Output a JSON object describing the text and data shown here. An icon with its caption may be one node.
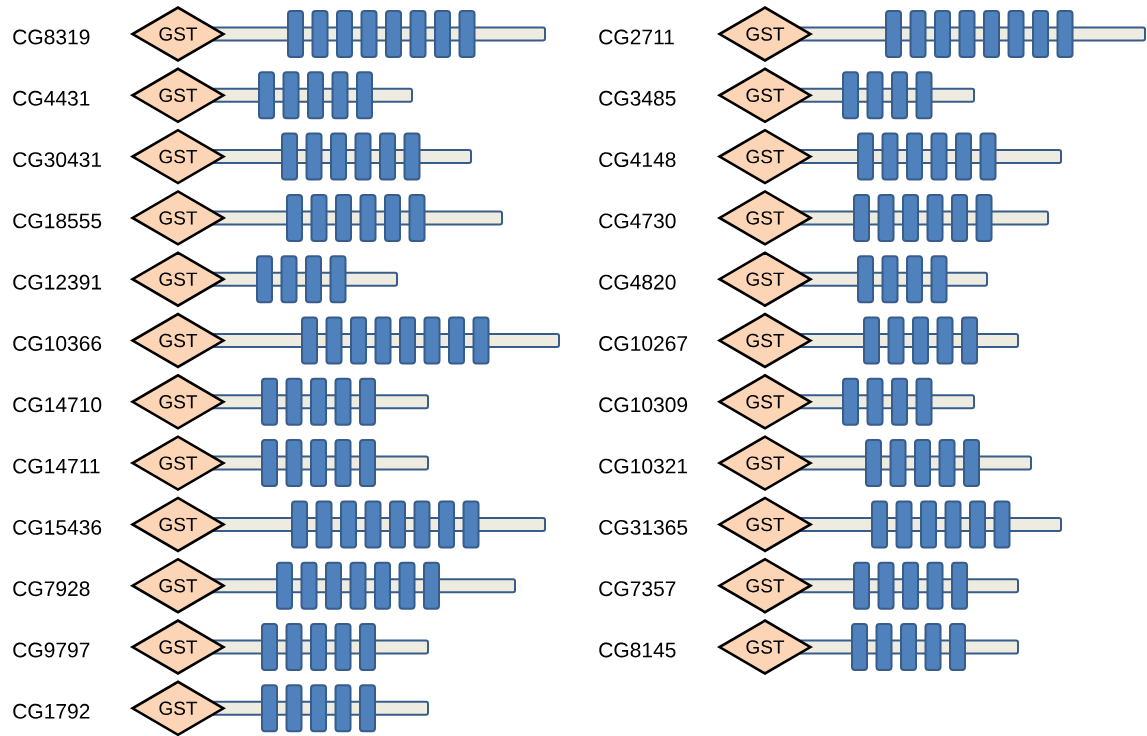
{
  "diagram": {
    "nodes": [
      {
        "text": [
          "GST"
        ],
        "beside": [
          "CG8319"
        ]
      },
      {
        "text": [
          "GST"
        ],
        "beside": [
          "CG4431"
        ]
      },
      {
        "text": [
          "GST"
        ],
        "beside": [
          "CG30431"
        ]
      },
      {
        "text": [
          "GST"
        ],
        "beside": [
          "CG18555"
        ]
      },
      {
        "text": [
          "GST"
        ],
        "beside": [
          "CG12391"
        ]
      },
      {
        "text": [
          "GST"
        ],
        "beside": [
          "CG10366"
        ]
      },
      {
        "text": [
          "GST"
        ],
        "beside": [
          "CG14710"
        ]
      },
      {
        "text": [
          "GST"
        ],
        "beside": [
          "CG14711"
        ]
      },
      {
        "text": [
          "GST"
        ],
        "beside": [
          "CG15436"
        ]
      },
      {
        "text": [
          "GST"
        ],
        "beside": [
          "CG7928"
        ]
      },
      {
        "text": [
          "GST"
        ],
        "beside": [
          "CG9797"
        ]
      },
      {
        "text": [
          "GST"
        ],
        "beside": [
          "CG1792"
        ]
      },
      {
        "text": [
          "GST"
        ],
        "beside": [
          "CG2711"
        ]
      },
      {
        "text": [
          "GST"
        ],
        "beside": [
          "CG3485"
        ]
      },
      {
        "text": [
          "GST"
        ],
        "beside": [
          "CG4148"
        ]
      },
      {
        "text": [
          "GST"
        ],
        "beside": [
          "CG4730"
        ]
      },
      {
        "text": [
          "GST"
        ],
        "beside": [
          "CG4820"
        ]
      },
      {
        "text": [
          "GST"
        ],
        "beside": [
          "CG10267"
        ]
      },
      {
        "text": [
          "GST"
        ],
        "beside": [
          "CG10309"
        ]
      },
      {
        "text": [
          "GST"
        ],
        "beside": [
          "CG10321"
        ]
      },
      {
        "text": [
          "GST"
        ],
        "beside": [
          "CG31365"
        ]
      },
      {
        "text": [
          "GST"
        ],
        "beside": [
          "CG7357"
        ]
      },
      {
        "text": [
          "GST"
        ],
        "beside": [
          "CG8145"
        ]
      }
    ]
  }
}
